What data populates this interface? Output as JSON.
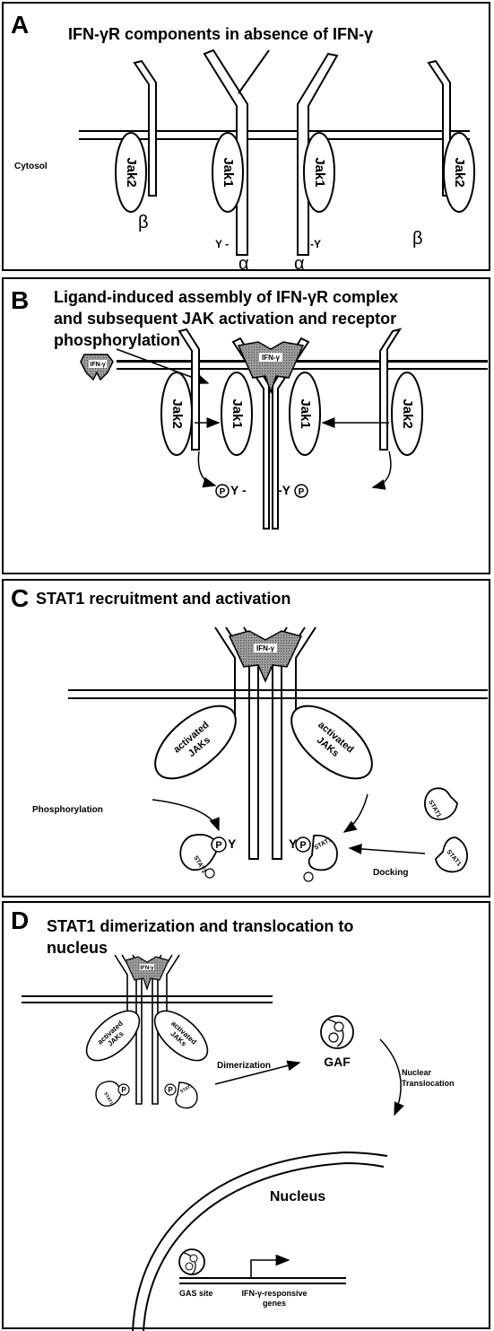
{
  "panelA": {
    "letter": "A",
    "title": "IFN-γR components in absence of IFN-γ",
    "cytosol_label": "Cytosol",
    "jak2": "Jak2",
    "jak1": "Jak1",
    "beta": "β",
    "alpha": "α",
    "y_left": "Y -",
    "y_right": "-Y"
  },
  "panelB": {
    "letter": "B",
    "title_line1": "Ligand-induced assembly of IFN-γR complex",
    "title_line2": "and subsequent JAK activation and receptor",
    "title_line3": "phosphorylation",
    "ligand": "IFN-γ",
    "jak2": "Jak2",
    "jak1": "Jak1",
    "py_left": "Y -",
    "py_right": "-Y",
    "p": "P"
  },
  "panelC": {
    "letter": "C",
    "title": "STAT1 recruitment and activation",
    "ligand": "IFN-γ",
    "activated_jaks_1": "activated",
    "activated_jaks_2": "JAKs",
    "phosphorylation": "Phosphorylation",
    "docking": "Docking",
    "stat1": "STAT1",
    "y": "Y",
    "p": "P"
  },
  "panelD": {
    "letter": "D",
    "title_line1": "STAT1 dimerization and translocation to",
    "title_line2": "nucleus",
    "ligand": "IFN-γ",
    "activated_jaks_1": "activated",
    "activated_jaks_2": "JAKs",
    "dimerization": "Dimerization",
    "gaf": "GAF",
    "nuclear_1": "Nuclear",
    "nuclear_2": "Translocation",
    "nucleus": "Nucleus",
    "gas_site": "GAS site",
    "responsive_1": "IFN-γ-responsive",
    "responsive_2": "genes",
    "p": "P",
    "stat1": "STAT1"
  }
}
